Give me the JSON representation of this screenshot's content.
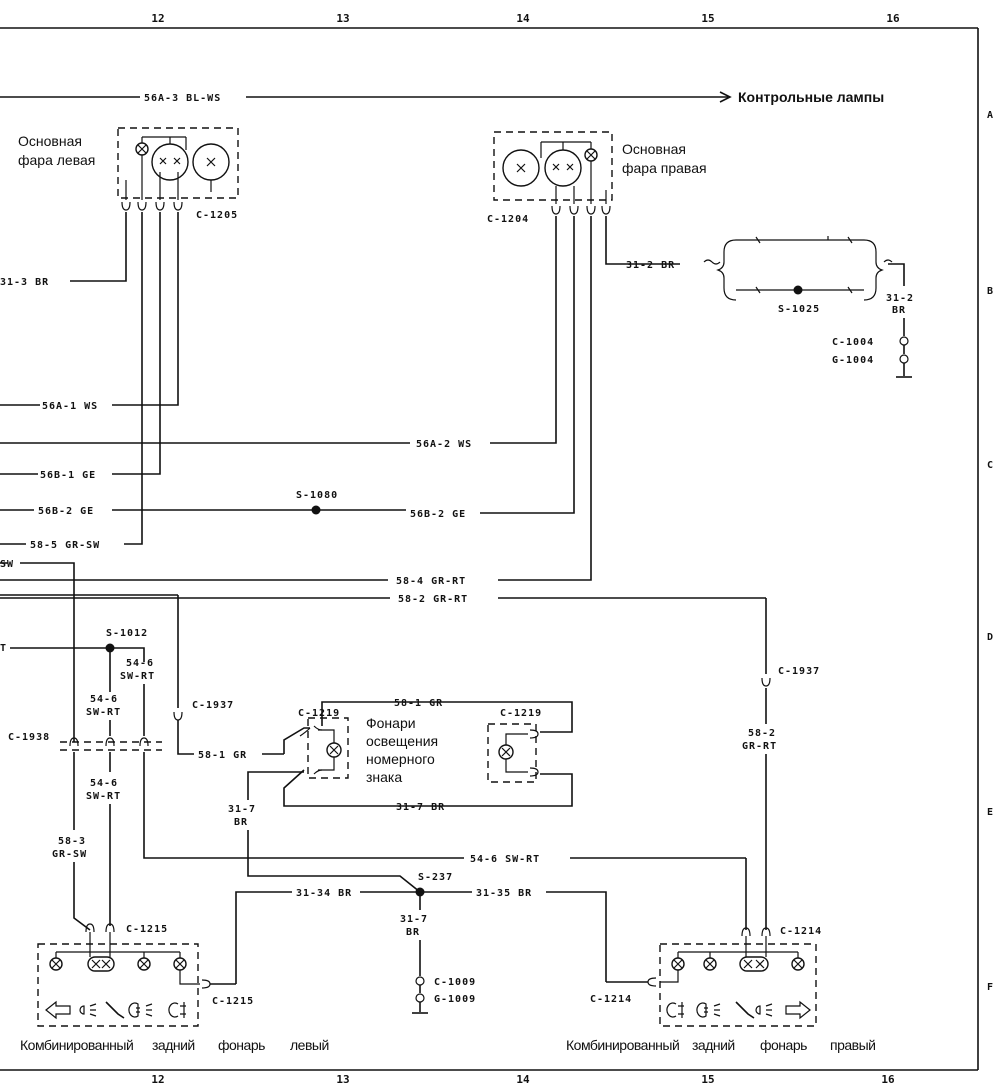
{
  "grid_top": [
    "12",
    "13",
    "14",
    "15",
    "16"
  ],
  "grid_bottom": [
    "12",
    "13",
    "14",
    "15",
    "16"
  ],
  "rows": [
    "A",
    "B",
    "C",
    "D",
    "E",
    "F"
  ],
  "components": {
    "headlamp_left": "Основная\nфара левая",
    "headlamp_right": "Основная\nфара правая",
    "warning_lamps": "Контрольные лампы",
    "plate_lamps": "Фонари\nосвещения\nномерного\nзнака",
    "rear_left": [
      "Комбинированный",
      "задний",
      "фонарь",
      "левый"
    ],
    "rear_right": [
      "Комбинированный",
      "задний",
      "фонарь",
      "правый"
    ]
  },
  "connectors": {
    "c1205": "C-1205",
    "c1204": "C-1204",
    "c1004": "C-1004",
    "g1004": "G-1004",
    "c1937_left": "C-1937",
    "c1937_right": "C-1937",
    "c1938": "C-1938",
    "c1219_left": "C-1219",
    "c1219_right": "C-1219",
    "c1215_top": "C-1215",
    "c1215_bottom": "C-1215",
    "c1214_top": "C-1214",
    "c1214_bottom": "C-1214",
    "c1009": "C-1009",
    "g1009": "G-1009"
  },
  "splices": {
    "s1025": "S-1025",
    "s1080": "S-1080",
    "s1012": "S-1012",
    "s237": "S-237"
  },
  "wires": {
    "w56a3": "56A-3 BL-WS",
    "w313": "31-3 BR",
    "w312": "31-2 BR",
    "w312v": "31-2\nBR",
    "w56a1": "56A-1 WS",
    "w56a2": "56A-2 WS",
    "w56b1": "56B-1 GE",
    "w56b2a": "56B-2 GE",
    "w56b2b": "56B-2 GE",
    "w585": "58-5 GR-SW",
    "wsw": "SW",
    "w584": "58-4 GR-RT",
    "w582": "58-2 GR-RT",
    "w582v": "58-2\nGR-RT",
    "w581a": "58-1 GR",
    "w581b": "58-1 GR",
    "w546a": "54-6\nSW-RT",
    "w546b": "54-6\nSW-RT",
    "w546c": "54-6\nSW-RT",
    "w546h": "54-6 SW-RT",
    "w583": "58-3\nGR-SW",
    "w317a": "31-7\nBR",
    "w317b": "31-7 BR",
    "w317c": "31-7\nBR",
    "w3134": "31-34 BR",
    "w3135": "31-35 BR",
    "wt": "T"
  }
}
